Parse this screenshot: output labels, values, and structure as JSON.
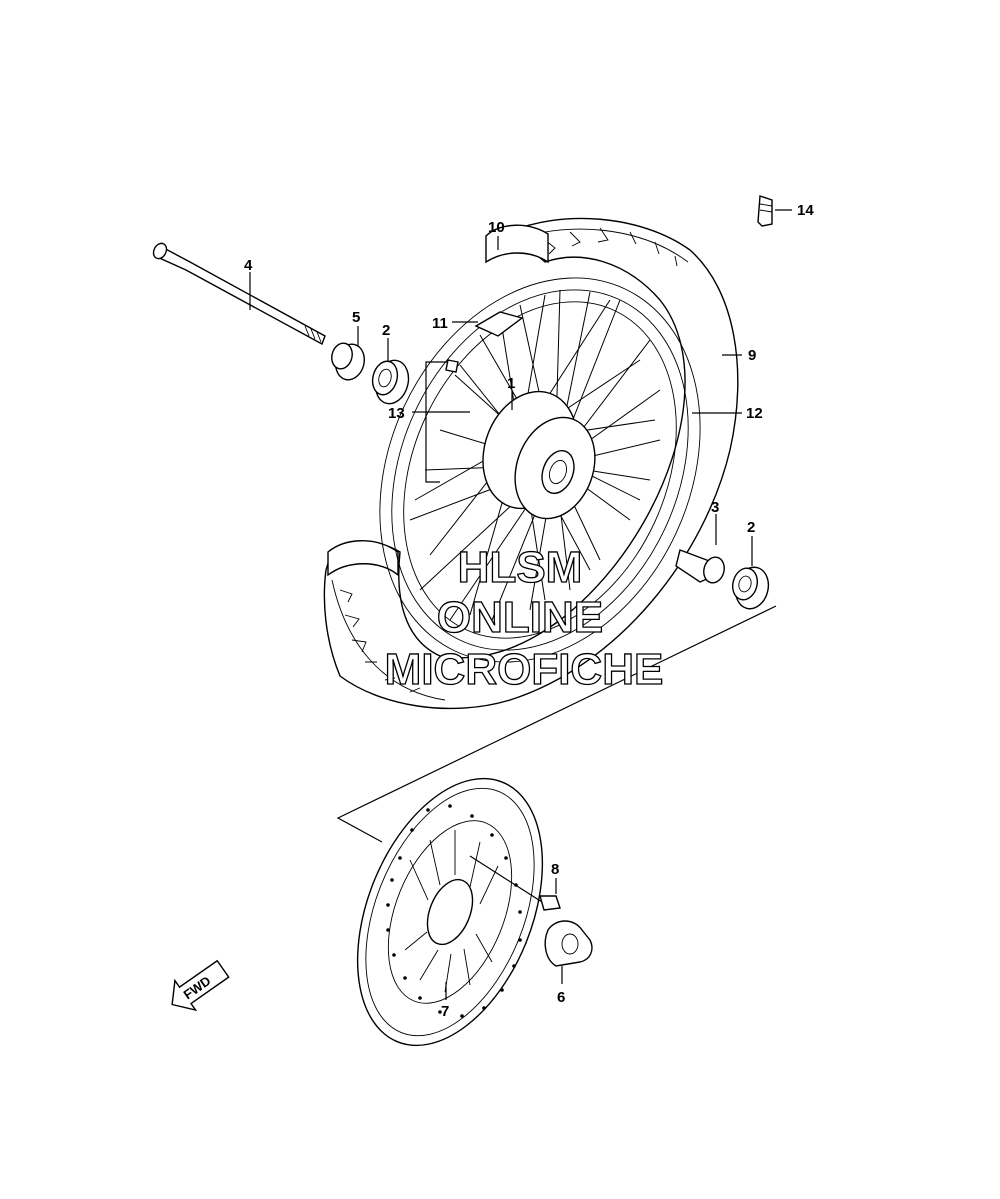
{
  "callouts": [
    {
      "id": "c1",
      "label": "1"
    },
    {
      "id": "c2a",
      "label": "2"
    },
    {
      "id": "c2b",
      "label": "2"
    },
    {
      "id": "c3",
      "label": "3"
    },
    {
      "id": "c4",
      "label": "4"
    },
    {
      "id": "c5",
      "label": "5"
    },
    {
      "id": "c6",
      "label": "6"
    },
    {
      "id": "c7",
      "label": "7"
    },
    {
      "id": "c8",
      "label": "8"
    },
    {
      "id": "c9",
      "label": "9"
    },
    {
      "id": "c10",
      "label": "10"
    },
    {
      "id": "c11",
      "label": "11"
    },
    {
      "id": "c12",
      "label": "12"
    },
    {
      "id": "c13",
      "label": "13"
    },
    {
      "id": "c14",
      "label": "14"
    }
  ],
  "watermark": {
    "line1": "HLSM",
    "line2": "ONLINE",
    "line3": "MICROFICHE"
  },
  "fwd_arrow": {
    "label": "FWD"
  }
}
